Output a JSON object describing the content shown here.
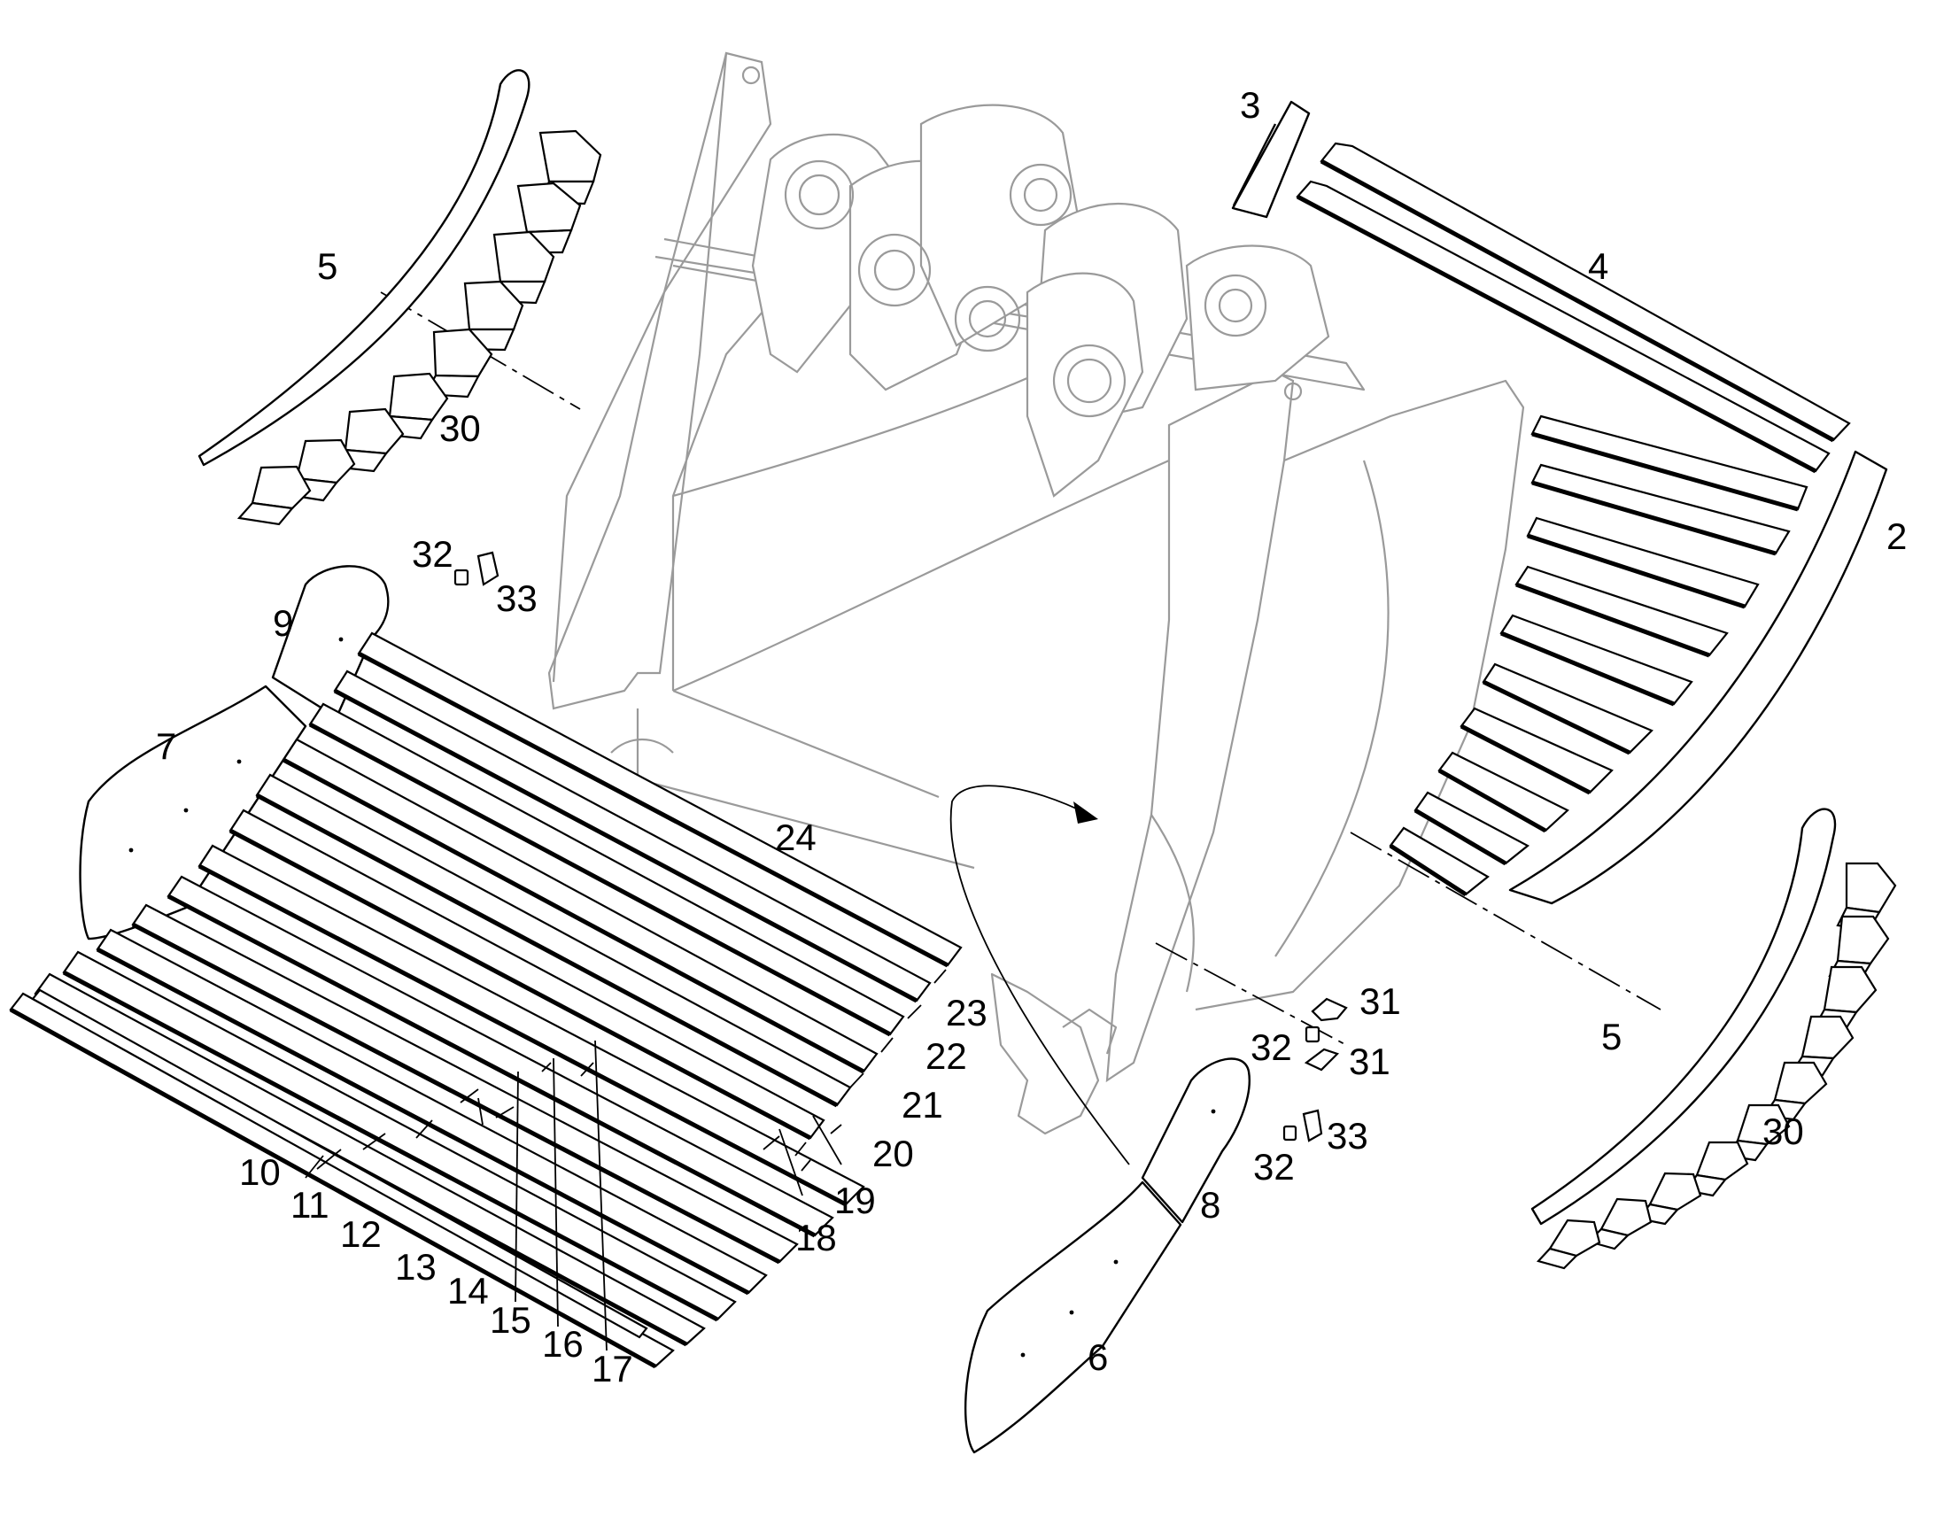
{
  "diagram": {
    "callouts": {
      "c2": "2",
      "c3": "3",
      "c4": "4",
      "c5a": "5",
      "c5b": "5",
      "c6": "6",
      "c7": "7",
      "c8": "8",
      "c9": "9",
      "c10": "10",
      "c11": "11",
      "c12": "12",
      "c13": "13",
      "c14": "14",
      "c15": "15",
      "c16": "16",
      "c17": "17",
      "c18": "18",
      "c19": "19",
      "c20": "20",
      "c21": "21",
      "c22": "22",
      "c23": "23",
      "c24": "24",
      "c30a": "30",
      "c30b": "30",
      "c31a": "31",
      "c31b": "31",
      "c32a": "32",
      "c32b": "32",
      "c32c": "32",
      "c33a": "33",
      "c33b": "33"
    }
  }
}
